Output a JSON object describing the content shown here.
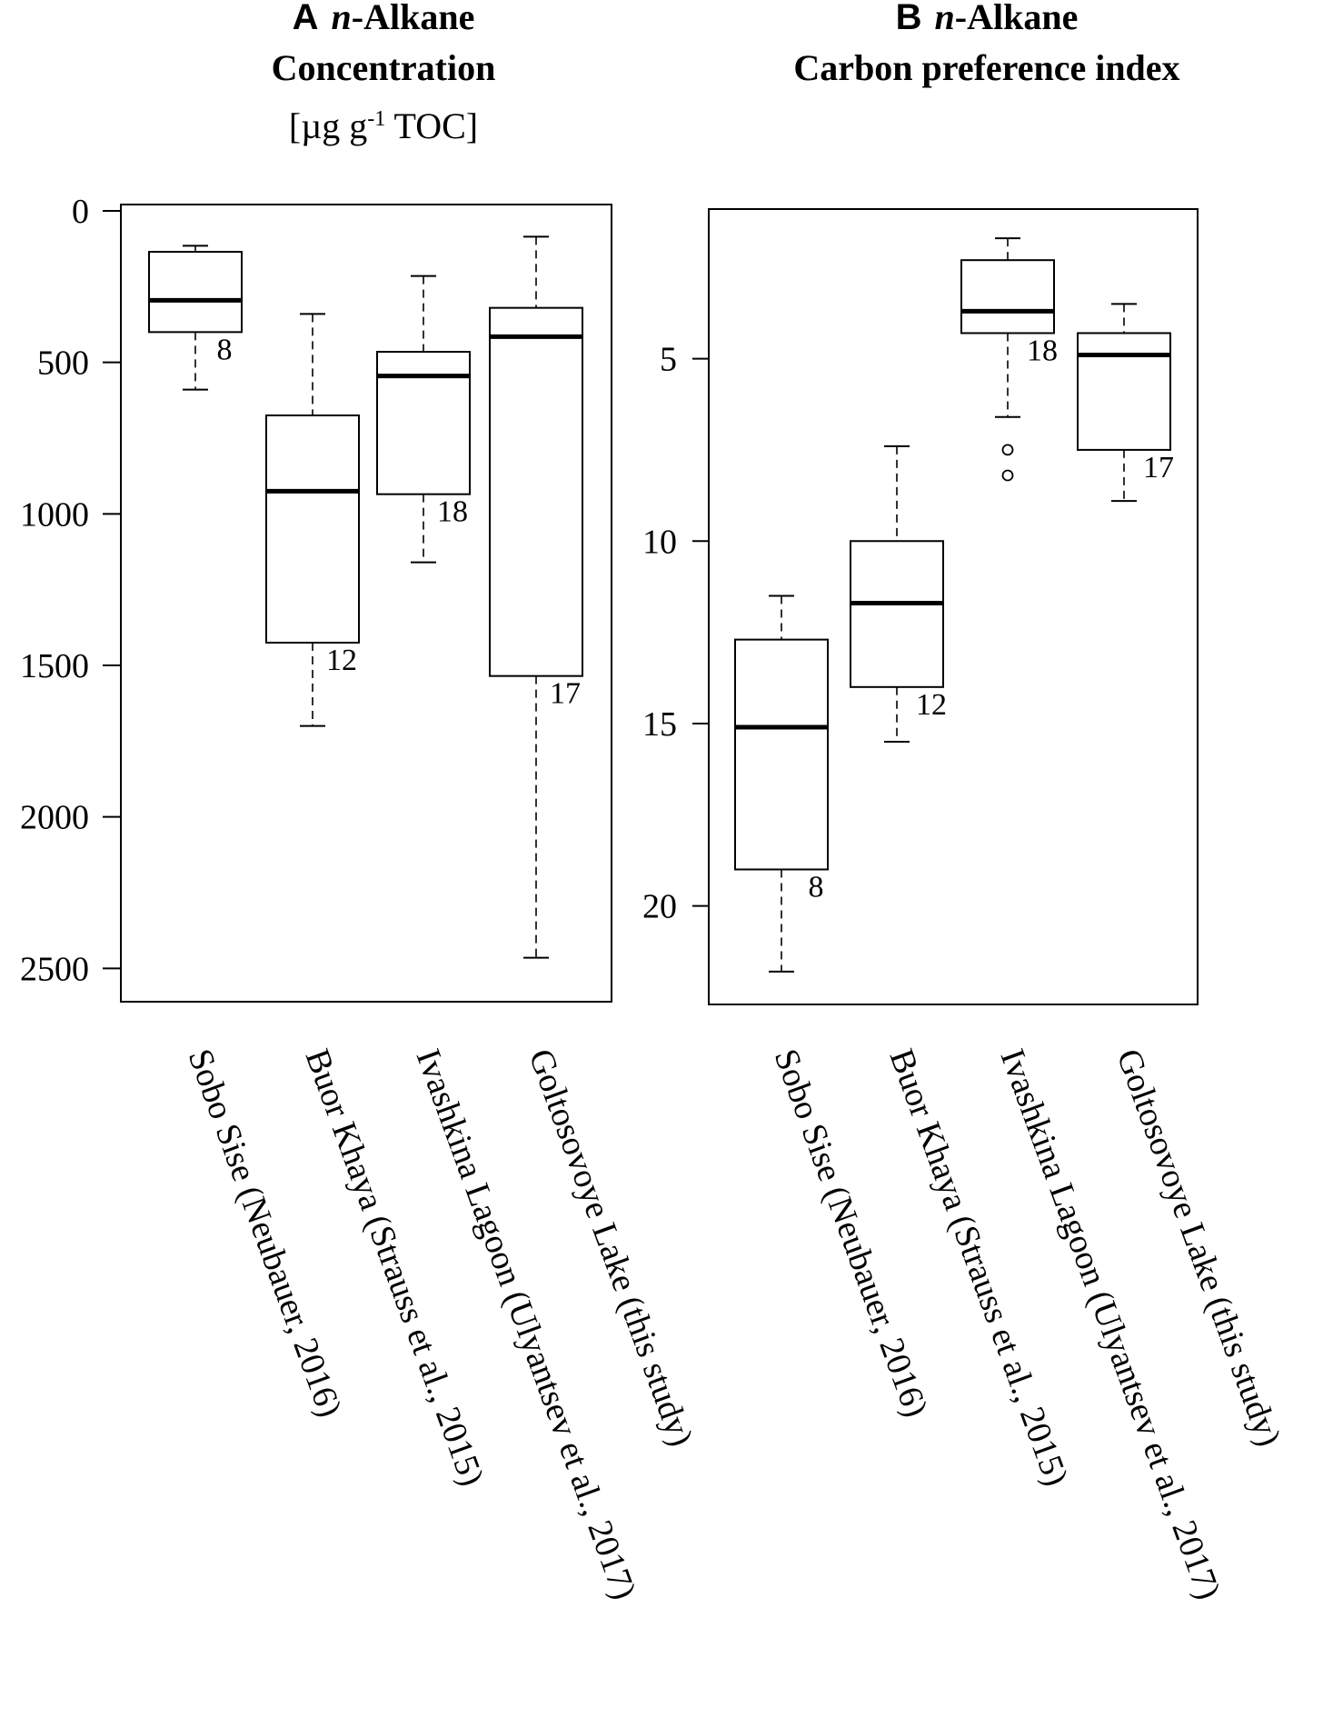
{
  "figure": {
    "panels": [
      {
        "letter": "A",
        "title_italic": "n",
        "title_rest": "-Alkane",
        "subtitle": "Concentration",
        "unit_prefix": "[µg g",
        "unit_sup": "-1",
        "unit_suffix": " TOC]"
      },
      {
        "letter": "B",
        "title_italic": "n",
        "title_rest": "-Alkane",
        "subtitle": "Carbon preference index"
      }
    ]
  },
  "chart_data": [
    {
      "type": "boxplot",
      "title": "n-Alkane Concentration",
      "ylabel": "[µg g-1 TOC]",
      "y_reversed": true,
      "ylim": [
        0,
        2550
      ],
      "yticks": [
        0,
        500,
        1000,
        1500,
        2000,
        2500
      ],
      "categories": [
        "Sobo Sise (Neubauer, 2016)",
        "Buor Khaya (Strauss et al., 2015)",
        "Ivashkina Lagoon (Ulyantsev et al., 2017)",
        "Goltosovoye Lake (this study)"
      ],
      "boxes": [
        {
          "whisker_low": 115,
          "q1": 135,
          "median": 295,
          "q3": 400,
          "whisker_high": 590,
          "outliers": [],
          "n": "8"
        },
        {
          "whisker_low": 340,
          "q1": 675,
          "median": 925,
          "q3": 1425,
          "whisker_high": 1700,
          "outliers": [],
          "n": "12"
        },
        {
          "whisker_low": 215,
          "q1": 465,
          "median": 545,
          "q3": 935,
          "whisker_high": 1160,
          "outliers": [],
          "n": "18"
        },
        {
          "whisker_low": 85,
          "q1": 320,
          "median": 415,
          "q3": 1535,
          "whisker_high": 2465,
          "outliers": [],
          "n": "17"
        }
      ]
    },
    {
      "type": "boxplot",
      "title": "n-Alkane Carbon preference index",
      "ylabel": "",
      "y_reversed": true,
      "ylim": [
        0.9,
        22.7
      ],
      "yticks": [
        5,
        10,
        15,
        20
      ],
      "categories": [
        "Sobo Sise (Neubauer, 2016)",
        "Buor Khaya (Strauss et al., 2015)",
        "Ivashkina Lagoon (Ulyantsev et al., 2017)",
        "Goltosovoye Lake (this study)"
      ],
      "boxes": [
        {
          "whisker_low": 11.5,
          "q1": 12.7,
          "median": 15.1,
          "q3": 19.0,
          "whisker_high": 21.8,
          "outliers": [],
          "n": "8"
        },
        {
          "whisker_low": 7.4,
          "q1": 10.0,
          "median": 11.7,
          "q3": 14.0,
          "whisker_high": 15.5,
          "outliers": [],
          "n": "12"
        },
        {
          "whisker_low": 1.7,
          "q1": 2.3,
          "median": 3.7,
          "q3": 4.3,
          "whisker_high": 6.6,
          "outliers": [
            7.5,
            8.2
          ],
          "n": "18"
        },
        {
          "whisker_low": 3.5,
          "q1": 4.3,
          "median": 4.9,
          "q3": 7.5,
          "whisker_high": 8.9,
          "outliers": [],
          "n": "17"
        }
      ]
    }
  ]
}
